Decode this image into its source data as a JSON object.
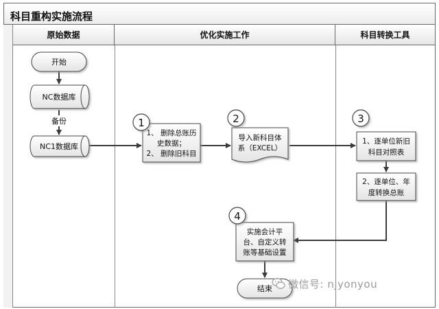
{
  "title": "科目重构实施流程",
  "lanes": [
    "原始数据",
    "优化实施工作",
    "科目转换工具"
  ],
  "nodes": {
    "start": "开始",
    "nc_db": "NC数据库",
    "backup": "备份",
    "nc1_db": "NC1数据库",
    "step1_num": "1",
    "step1_line1": "1、 删除总账历",
    "step1_line2": "史数据；",
    "step1_line3": "2、 删除旧科目",
    "step2_num": "2",
    "step2_line1": "导入新科目体",
    "step2_line2": "系（EXCEL）",
    "step3_num": "3",
    "step3_line1": "1、逐单位新旧",
    "step3_line2": "科目对照表",
    "step3b_line1": "2、逐单位、年",
    "step3b_line2": "度转换总账",
    "step4_num": "4",
    "step4_line1": "实施会计平",
    "step4_line2": "台、自定义转",
    "step4_line3": "账等基础设置",
    "end": "结束"
  },
  "watermark": "微信号: njyonyou"
}
